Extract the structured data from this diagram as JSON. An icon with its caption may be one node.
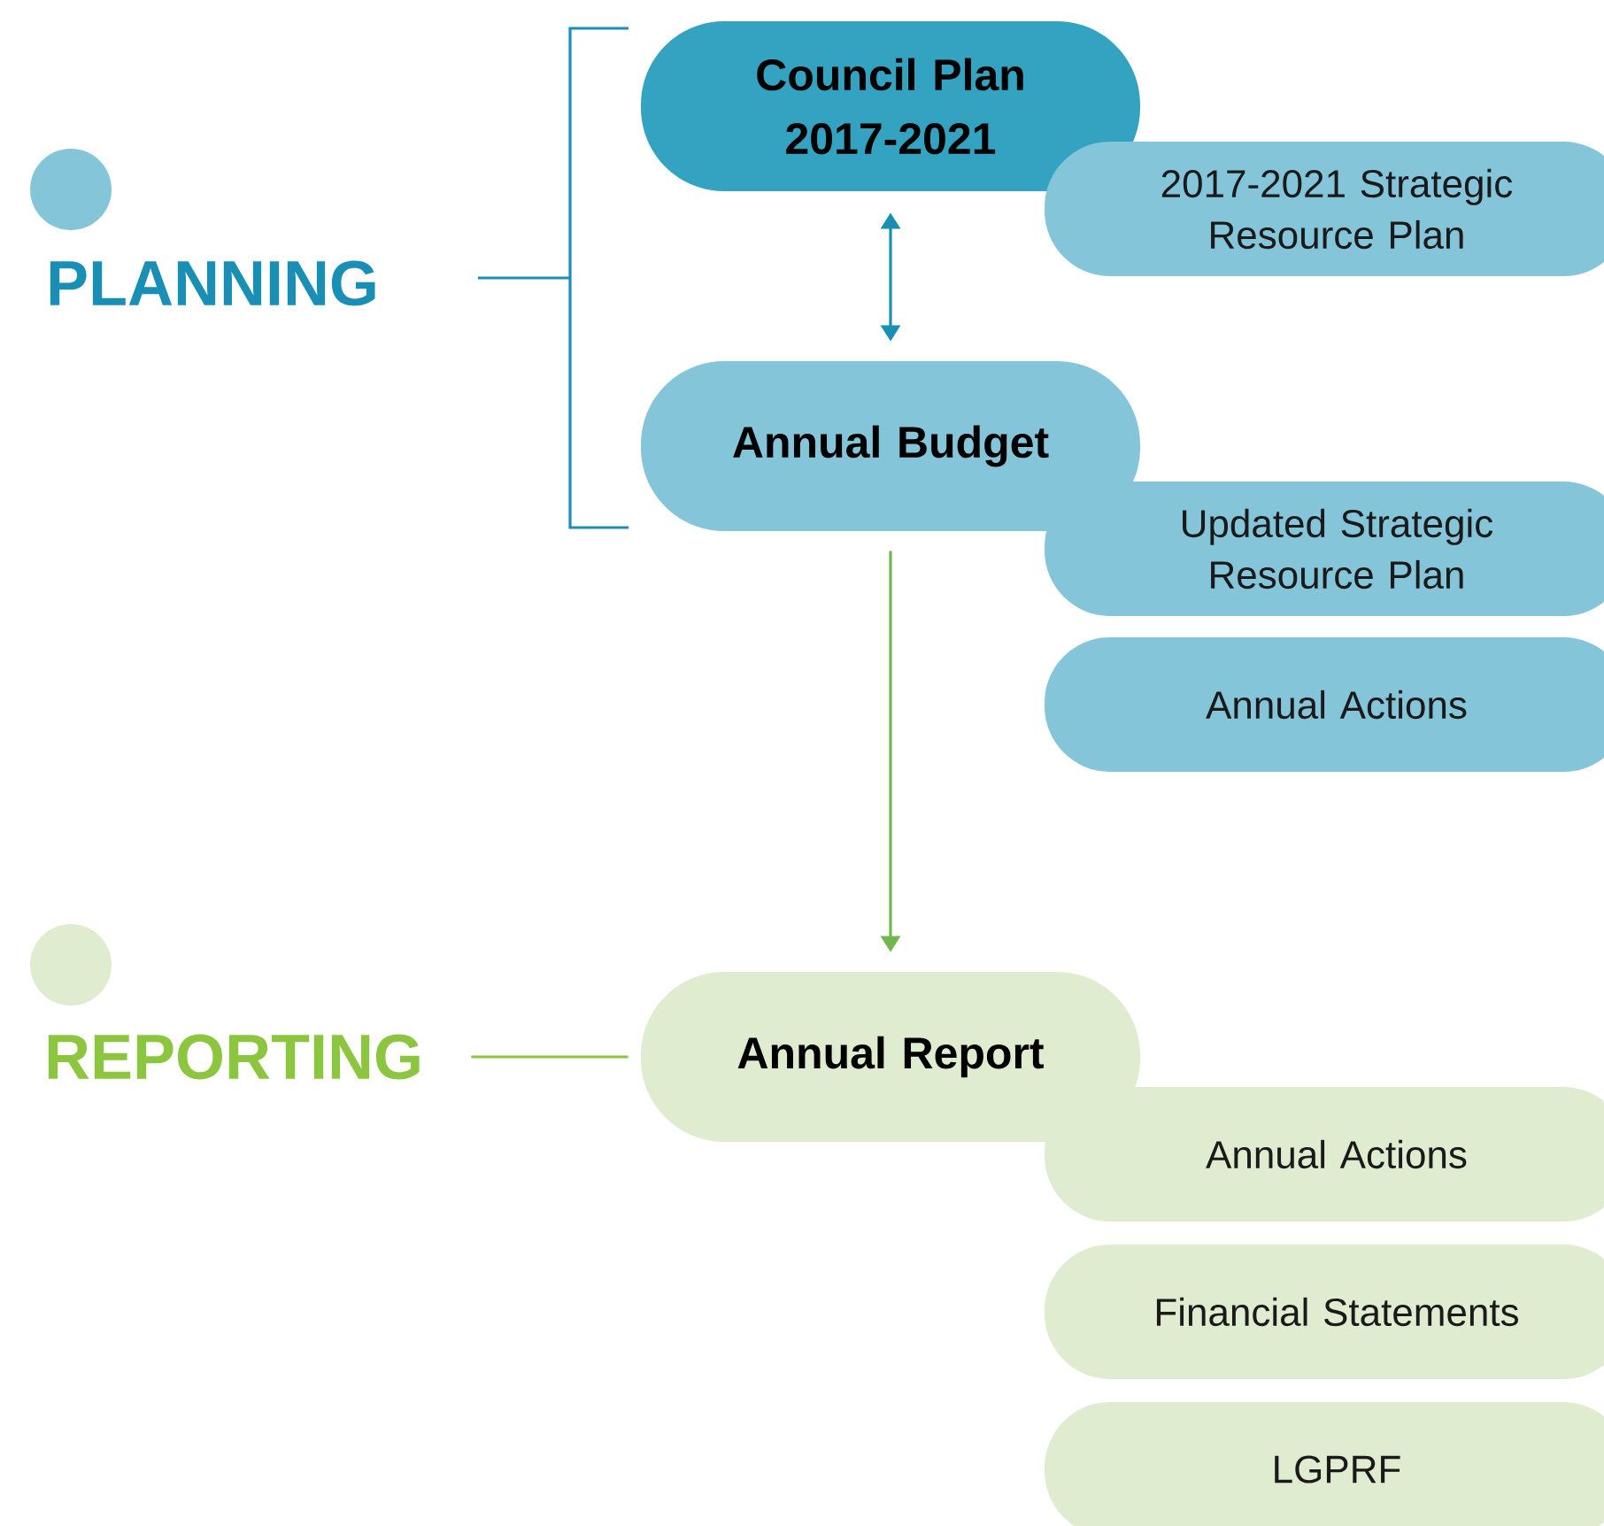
{
  "diagram": {
    "nodes": [
      {
        "text": [
          "PLANNING"
        ]
      },
      {
        "text": [
          "Council Plan 2017-2021"
        ]
      },
      {
        "text": [
          "2017-2021 Strategic Resource Plan"
        ]
      },
      {
        "text": [
          "Annual Budget"
        ]
      },
      {
        "text": [
          "Updated Strategic Resource Plan"
        ]
      },
      {
        "text": [
          "Annual Actions"
        ]
      },
      {
        "text": [
          "REPORTING"
        ]
      },
      {
        "text": [
          "Annual Report"
        ]
      },
      {
        "text": [
          "Annual Actions"
        ]
      },
      {
        "text": [
          "Financial Statements"
        ]
      },
      {
        "text": [
          "LGPRF"
        ]
      }
    ],
    "edges": [
      {
        "from": 1,
        "to": 3,
        "arrow": "both",
        "color": "#1a8fb5"
      },
      {
        "from": 3,
        "to": 7,
        "arrow": "to",
        "color": "#6fb74e"
      },
      {
        "from": 6,
        "to": 7,
        "arrow": "none",
        "color": "#8cc63f"
      }
    ]
  }
}
